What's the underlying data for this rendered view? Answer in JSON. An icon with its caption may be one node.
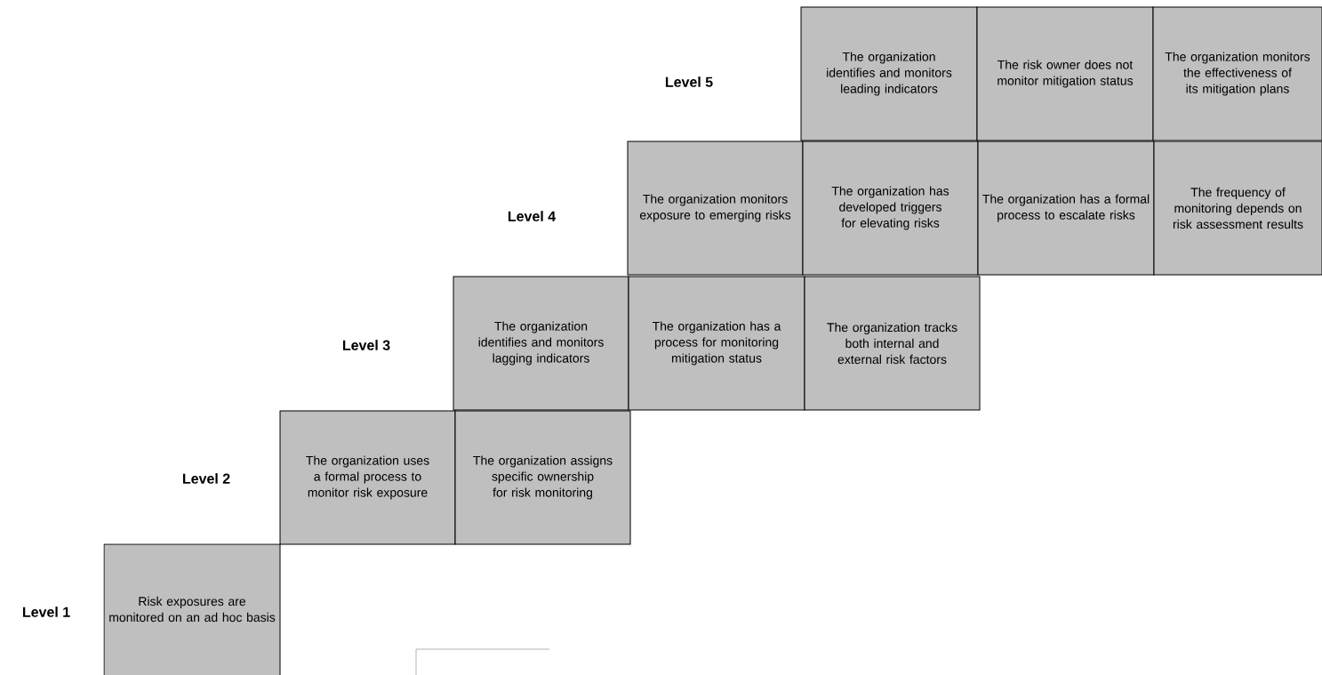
{
  "diagram": {
    "nodes": [
      {
        "text": [
          "The organization identifies and monitors leading indicators"
        ]
      },
      {
        "text": [
          "The risk owner does not monitor mitigation status"
        ]
      },
      {
        "text": [
          "The organization monitors the effectiveness of its mitigation plans"
        ]
      },
      {
        "text": [
          "The organization monitors exposure to emerging risks"
        ]
      },
      {
        "text": [
          "The organization has developed triggers for elevating risks"
        ]
      },
      {
        "text": [
          "The organization has a formal process to escalate risks"
        ]
      },
      {
        "text": [
          "The frequency of monitoring depends on risk assessment results"
        ]
      },
      {
        "text": [
          "The organization identifies and monitors lagging indicators"
        ]
      },
      {
        "text": [
          "The organization has a process for monitoring mitigation status"
        ]
      },
      {
        "text": [
          "The organization tracks both internal and external risk factors"
        ]
      },
      {
        "text": [
          "The organization uses a formal process to monitor risk exposure"
        ]
      },
      {
        "text": [
          "The organization assigns specific ownership for risk monitoring"
        ]
      },
      {
        "text": [
          "Risk exposures are monitored on an ad hoc basis"
        ]
      }
    ],
    "labels": [
      "Level 5",
      "Level 4",
      "Level 3",
      "Level 2",
      "Level 1"
    ]
  }
}
